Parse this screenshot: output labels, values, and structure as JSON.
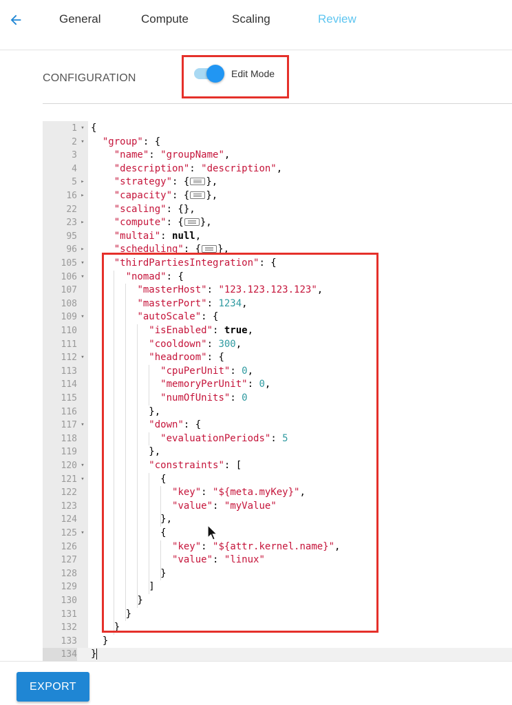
{
  "header": {
    "back_icon": "arrow-left-icon",
    "tabs": [
      {
        "label": "General",
        "active": false
      },
      {
        "label": "Compute",
        "active": false
      },
      {
        "label": "Scaling",
        "active": false
      },
      {
        "label": "Review",
        "active": true
      }
    ]
  },
  "configuration": {
    "label": "CONFIGURATION",
    "edit_mode_label": "Edit Mode",
    "edit_mode_on": true
  },
  "editor": {
    "lines": [
      {
        "num": "1",
        "fold": "open",
        "tokens": [
          [
            "p",
            "{"
          ]
        ]
      },
      {
        "num": "2",
        "fold": "open",
        "tokens": [
          [
            "p",
            "  "
          ],
          [
            "k",
            "\"group\""
          ],
          [
            "p",
            ": {"
          ]
        ]
      },
      {
        "num": "3",
        "fold": "",
        "tokens": [
          [
            "p",
            "    "
          ],
          [
            "k",
            "\"name\""
          ],
          [
            "p",
            ": "
          ],
          [
            "s",
            "\"groupName\""
          ],
          [
            "p",
            ","
          ]
        ]
      },
      {
        "num": "4",
        "fold": "",
        "tokens": [
          [
            "p",
            "    "
          ],
          [
            "k",
            "\"description\""
          ],
          [
            "p",
            ": "
          ],
          [
            "s",
            "\"description\""
          ],
          [
            "p",
            ","
          ]
        ]
      },
      {
        "num": "5",
        "fold": "closed",
        "tokens": [
          [
            "p",
            "    "
          ],
          [
            "k",
            "\"strategy\""
          ],
          [
            "p",
            ": {"
          ],
          [
            "w",
            ""
          ],
          [
            "p",
            "},"
          ]
        ]
      },
      {
        "num": "16",
        "fold": "closed",
        "tokens": [
          [
            "p",
            "    "
          ],
          [
            "k",
            "\"capacity\""
          ],
          [
            "p",
            ": {"
          ],
          [
            "w",
            ""
          ],
          [
            "p",
            "},"
          ]
        ]
      },
      {
        "num": "22",
        "fold": "",
        "tokens": [
          [
            "p",
            "    "
          ],
          [
            "k",
            "\"scaling\""
          ],
          [
            "p",
            ": {},"
          ]
        ]
      },
      {
        "num": "23",
        "fold": "closed",
        "tokens": [
          [
            "p",
            "    "
          ],
          [
            "k",
            "\"compute\""
          ],
          [
            "p",
            ": {"
          ],
          [
            "w",
            ""
          ],
          [
            "p",
            "},"
          ]
        ]
      },
      {
        "num": "95",
        "fold": "",
        "tokens": [
          [
            "p",
            "    "
          ],
          [
            "k",
            "\"multai\""
          ],
          [
            "p",
            ": "
          ],
          [
            "b",
            "null"
          ],
          [
            "p",
            ","
          ]
        ]
      },
      {
        "num": "96",
        "fold": "closed",
        "tokens": [
          [
            "p",
            "    "
          ],
          [
            "k",
            "\"scheduling\""
          ],
          [
            "p",
            ": {"
          ],
          [
            "w",
            ""
          ],
          [
            "p",
            "},"
          ]
        ]
      },
      {
        "num": "105",
        "fold": "open",
        "tokens": [
          [
            "p",
            "    "
          ],
          [
            "k",
            "\"thirdPartiesIntegration\""
          ],
          [
            "p",
            ": {"
          ]
        ]
      },
      {
        "num": "106",
        "fold": "open",
        "tokens": [
          [
            "p",
            "      "
          ],
          [
            "k",
            "\"nomad\""
          ],
          [
            "p",
            ": {"
          ]
        ]
      },
      {
        "num": "107",
        "fold": "",
        "tokens": [
          [
            "p",
            "        "
          ],
          [
            "k",
            "\"masterHost\""
          ],
          [
            "p",
            ": "
          ],
          [
            "s",
            "\"123.123.123.123\""
          ],
          [
            "p",
            ","
          ]
        ]
      },
      {
        "num": "108",
        "fold": "",
        "tokens": [
          [
            "p",
            "        "
          ],
          [
            "k",
            "\"masterPort\""
          ],
          [
            "p",
            ": "
          ],
          [
            "n",
            "1234"
          ],
          [
            "p",
            ","
          ]
        ]
      },
      {
        "num": "109",
        "fold": "open",
        "tokens": [
          [
            "p",
            "        "
          ],
          [
            "k",
            "\"autoScale\""
          ],
          [
            "p",
            ": {"
          ]
        ]
      },
      {
        "num": "110",
        "fold": "",
        "tokens": [
          [
            "p",
            "          "
          ],
          [
            "k",
            "\"isEnabled\""
          ],
          [
            "p",
            ": "
          ],
          [
            "b",
            "true"
          ],
          [
            "p",
            ","
          ]
        ]
      },
      {
        "num": "111",
        "fold": "",
        "tokens": [
          [
            "p",
            "          "
          ],
          [
            "k",
            "\"cooldown\""
          ],
          [
            "p",
            ": "
          ],
          [
            "n",
            "300"
          ],
          [
            "p",
            ","
          ]
        ]
      },
      {
        "num": "112",
        "fold": "open",
        "tokens": [
          [
            "p",
            "          "
          ],
          [
            "k",
            "\"headroom\""
          ],
          [
            "p",
            ": {"
          ]
        ]
      },
      {
        "num": "113",
        "fold": "",
        "tokens": [
          [
            "p",
            "            "
          ],
          [
            "k",
            "\"cpuPerUnit\""
          ],
          [
            "p",
            ": "
          ],
          [
            "n",
            "0"
          ],
          [
            "p",
            ","
          ]
        ]
      },
      {
        "num": "114",
        "fold": "",
        "tokens": [
          [
            "p",
            "            "
          ],
          [
            "k",
            "\"memoryPerUnit\""
          ],
          [
            "p",
            ": "
          ],
          [
            "n",
            "0"
          ],
          [
            "p",
            ","
          ]
        ]
      },
      {
        "num": "115",
        "fold": "",
        "tokens": [
          [
            "p",
            "            "
          ],
          [
            "k",
            "\"numOfUnits\""
          ],
          [
            "p",
            ": "
          ],
          [
            "n",
            "0"
          ]
        ]
      },
      {
        "num": "116",
        "fold": "",
        "tokens": [
          [
            "p",
            "          },"
          ]
        ]
      },
      {
        "num": "117",
        "fold": "open",
        "tokens": [
          [
            "p",
            "          "
          ],
          [
            "k",
            "\"down\""
          ],
          [
            "p",
            ": {"
          ]
        ]
      },
      {
        "num": "118",
        "fold": "",
        "tokens": [
          [
            "p",
            "            "
          ],
          [
            "k",
            "\"evaluationPeriods\""
          ],
          [
            "p",
            ": "
          ],
          [
            "n",
            "5"
          ]
        ]
      },
      {
        "num": "119",
        "fold": "",
        "tokens": [
          [
            "p",
            "          },"
          ]
        ]
      },
      {
        "num": "120",
        "fold": "open",
        "tokens": [
          [
            "p",
            "          "
          ],
          [
            "k",
            "\"constraints\""
          ],
          [
            "p",
            ": ["
          ]
        ]
      },
      {
        "num": "121",
        "fold": "open",
        "tokens": [
          [
            "p",
            "            {"
          ]
        ]
      },
      {
        "num": "122",
        "fold": "",
        "tokens": [
          [
            "p",
            "              "
          ],
          [
            "k",
            "\"key\""
          ],
          [
            "p",
            ": "
          ],
          [
            "s",
            "\"${meta.myKey}\""
          ],
          [
            "p",
            ","
          ]
        ]
      },
      {
        "num": "123",
        "fold": "",
        "tokens": [
          [
            "p",
            "              "
          ],
          [
            "k",
            "\"value\""
          ],
          [
            "p",
            ": "
          ],
          [
            "s",
            "\"myValue\""
          ]
        ]
      },
      {
        "num": "124",
        "fold": "",
        "tokens": [
          [
            "p",
            "            },"
          ]
        ]
      },
      {
        "num": "125",
        "fold": "open",
        "tokens": [
          [
            "p",
            "            {"
          ]
        ]
      },
      {
        "num": "126",
        "fold": "",
        "tokens": [
          [
            "p",
            "              "
          ],
          [
            "k",
            "\"key\""
          ],
          [
            "p",
            ": "
          ],
          [
            "s",
            "\"${attr.kernel.name}\""
          ],
          [
            "p",
            ","
          ]
        ]
      },
      {
        "num": "127",
        "fold": "",
        "tokens": [
          [
            "p",
            "              "
          ],
          [
            "k",
            "\"value\""
          ],
          [
            "p",
            ": "
          ],
          [
            "s",
            "\"linux\""
          ]
        ]
      },
      {
        "num": "128",
        "fold": "",
        "tokens": [
          [
            "p",
            "            }"
          ]
        ]
      },
      {
        "num": "129",
        "fold": "",
        "tokens": [
          [
            "p",
            "          ]"
          ]
        ]
      },
      {
        "num": "130",
        "fold": "",
        "tokens": [
          [
            "p",
            "        }"
          ]
        ]
      },
      {
        "num": "131",
        "fold": "",
        "tokens": [
          [
            "p",
            "      }"
          ]
        ]
      },
      {
        "num": "132",
        "fold": "",
        "tokens": [
          [
            "p",
            "    }"
          ]
        ]
      },
      {
        "num": "133",
        "fold": "",
        "tokens": [
          [
            "p",
            "  }"
          ]
        ]
      },
      {
        "num": "134",
        "fold": "",
        "tokens": [
          [
            "p",
            "}"
          ]
        ],
        "active": true
      }
    ]
  },
  "footer": {
    "export_label": "EXPORT"
  },
  "colors": {
    "accent": "#1f86d4",
    "active_tab": "#5ec5f0",
    "highlight_box": "#e5302a",
    "json_key": "#c5143a",
    "json_number": "#2f9aa0"
  }
}
